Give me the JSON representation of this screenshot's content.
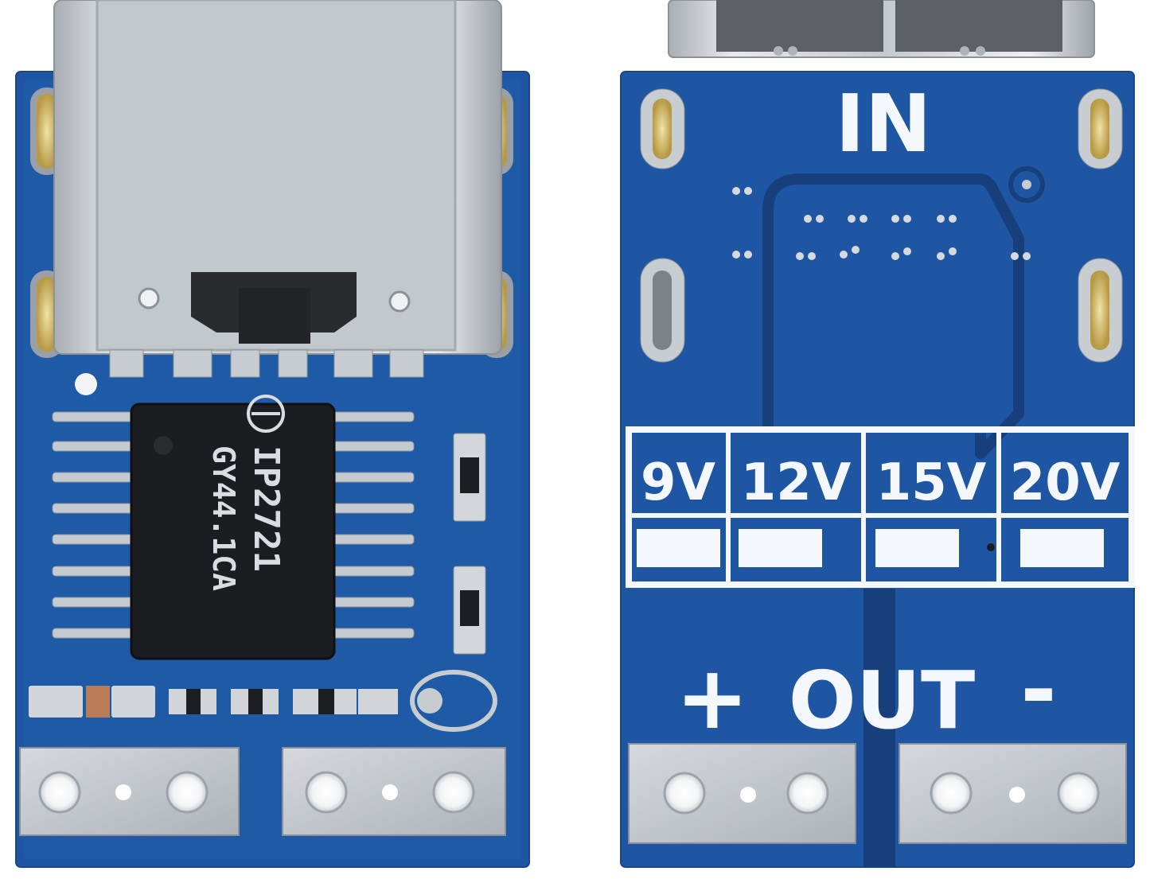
{
  "front_board": {
    "chip_marking_line1": "IP2721",
    "chip_marking_line2": "GY44.1CA"
  },
  "back_board": {
    "input_label": "IN",
    "voltage_options": [
      "9V",
      "12V",
      "15V",
      "20V"
    ],
    "output_label": "OUT",
    "plus_sign": "+",
    "minus_sign": "-"
  },
  "colors": {
    "pcb_blue": "#1f56a3",
    "pcb_blue_dark": "#163f7c",
    "silkscreen": "#f4f7fb",
    "metal": "#c9ced4",
    "chip_black": "#1c1d20"
  }
}
